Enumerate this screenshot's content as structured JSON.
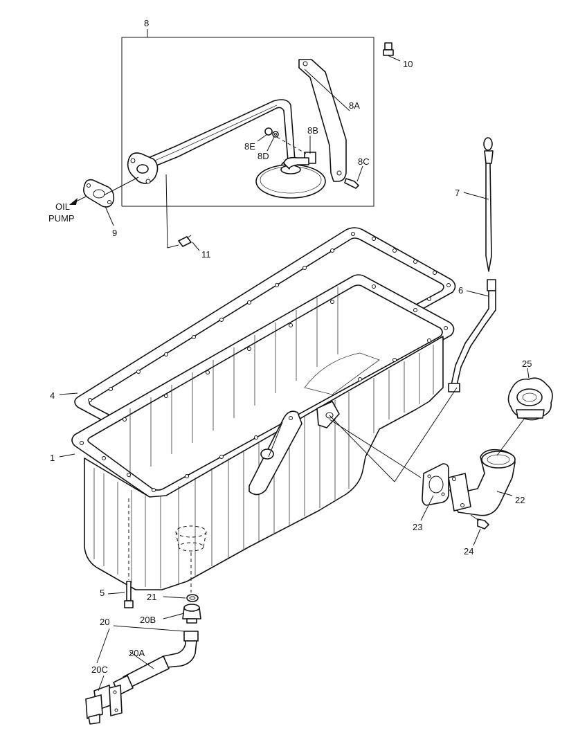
{
  "diagram": {
    "callouts": {
      "c1": "1",
      "c4": "4",
      "c5": "5",
      "c6": "6",
      "c7": "7",
      "c8": "8",
      "c8A": "8A",
      "c8B": "8B",
      "c8C": "8C",
      "c8D": "8D",
      "c8E": "8E",
      "c9": "9",
      "c10": "10",
      "c11": "11",
      "c20": "20",
      "c20A": "20A",
      "c20B": "20B",
      "c20C": "20C",
      "c21": "21",
      "c22": "22",
      "c23": "23",
      "c24": "24",
      "c25": "25"
    },
    "oil_pump_label": [
      "OIL",
      "PUMP"
    ]
  }
}
